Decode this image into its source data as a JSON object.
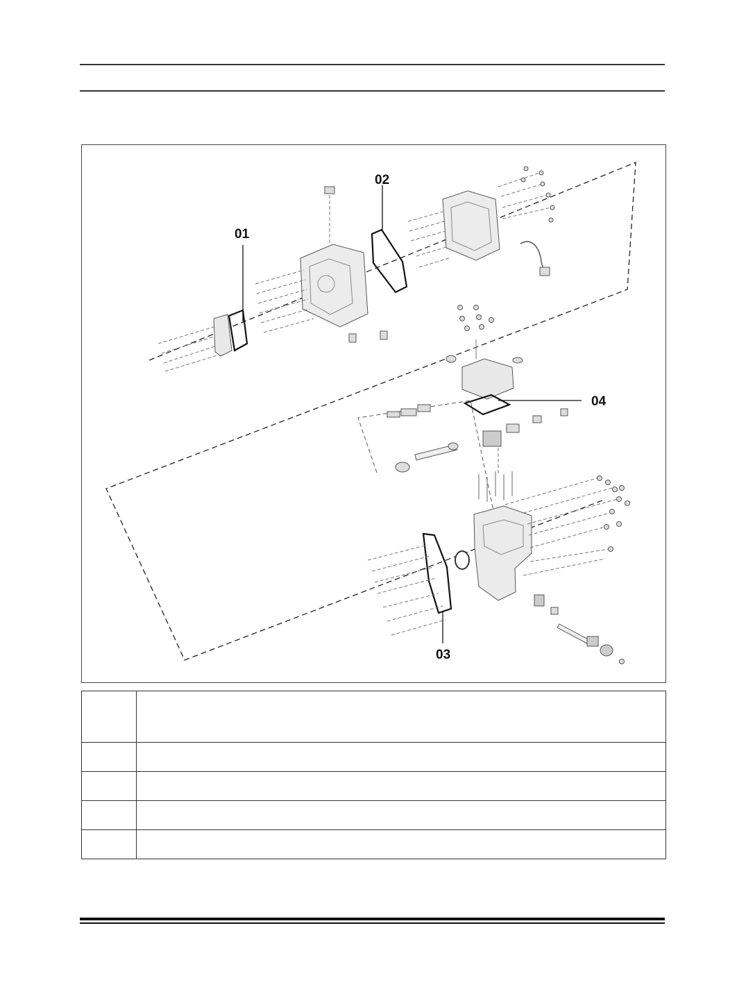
{
  "figure": {
    "callouts": {
      "c01": "01",
      "c02": "02",
      "c03": "03",
      "c04": "04"
    }
  },
  "legend": {
    "rows": [
      {
        "num": "",
        "desc": ""
      },
      {
        "num": "",
        "desc": ""
      },
      {
        "num": "",
        "desc": ""
      },
      {
        "num": "",
        "desc": ""
      },
      {
        "num": "",
        "desc": ""
      }
    ]
  }
}
